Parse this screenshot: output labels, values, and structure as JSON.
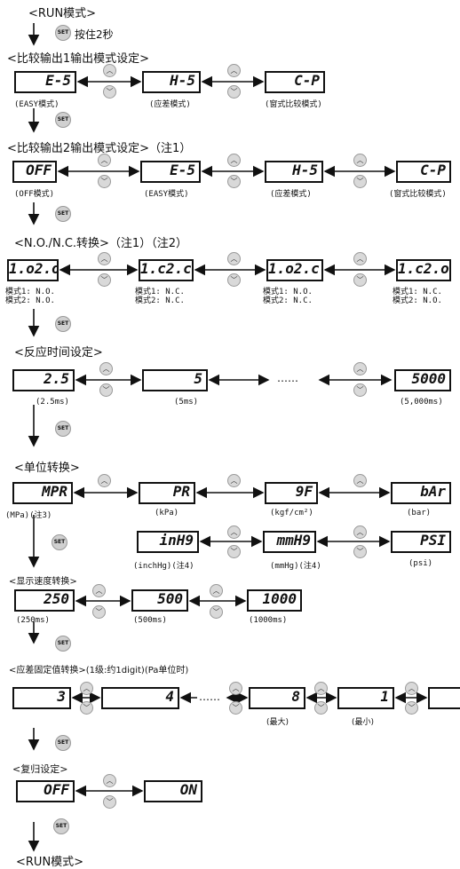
{
  "top": {
    "title": "<RUN模式>",
    "set_label": "SET",
    "hold": "按住2秒"
  },
  "s1": {
    "title": "<比较输出1输出模式设定>",
    "d1": "E-5",
    "d2": "H-5",
    "d3": "C-P",
    "c1": "(EASY模式)",
    "c2": "(应差模式)",
    "c3": "(窗式比较模式)"
  },
  "s2": {
    "title": "<比较输出2输出模式设定>（注1）",
    "d1": "OFF",
    "d2": "E-5",
    "d3": "H-5",
    "d4": "C-P",
    "c1": "(OFF模式)",
    "c2": "(EASY模式)",
    "c3": "(应差模式)",
    "c4": "(窗式比较模式)"
  },
  "s3": {
    "title": "<N.O./N.C.转换>（注1）（注2）",
    "d1": "1.o2.o",
    "d2": "1.c2.c",
    "d3": "1.o2.c",
    "d4": "1.c2.o",
    "l1a": "模式1: N.O.",
    "l1b": "模式2: N.O.",
    "l2a": "模式1: N.C.",
    "l2b": "模式2: N.C.",
    "l3a": "模式1: N.O.",
    "l3b": "模式2: N.C.",
    "l4a": "模式1: N.C.",
    "l4b": "模式2: N.O."
  },
  "s4": {
    "title": "<反应时间设定>",
    "d1": "2.5",
    "d2": "5",
    "d3": "5000",
    "dots": "……",
    "c1": "(2.5ms)",
    "c2": "(5ms)",
    "c3": "(5,000ms)"
  },
  "s5": {
    "title": "<单位转换>",
    "d1": "MPR",
    "d2": "PR",
    "d3": "9F",
    "d4": "bAr",
    "d5": "inH9",
    "d6": "mmH9",
    "d7": "PSI",
    "c1": "(MPa)(注3)",
    "c2": "(kPa)",
    "c3": "(kgf/cm²)",
    "c4": "(bar)",
    "c5": "(inchHg)(注4)",
    "c6": "(mmHg)(注4)",
    "c7": "(psi)"
  },
  "s6": {
    "title": "<显示速度转换>",
    "d1": "250",
    "d2": "500",
    "d3": "1000",
    "c1": "(250ms)",
    "c2": "(500ms)",
    "c3": "(1000ms)"
  },
  "s7": {
    "title": "<应差固定值转换>(1级:约1digit)(Pa单位时)",
    "d1": "3",
    "d2": "4",
    "d3": "8",
    "d4": "1",
    "dots": "……",
    "c3": "(最大)",
    "c4": "(最小)"
  },
  "s8": {
    "title": "<复归设定>",
    "d1": "OFF",
    "d2": "ON"
  },
  "bottom": {
    "title": "<RUN模式>"
  }
}
